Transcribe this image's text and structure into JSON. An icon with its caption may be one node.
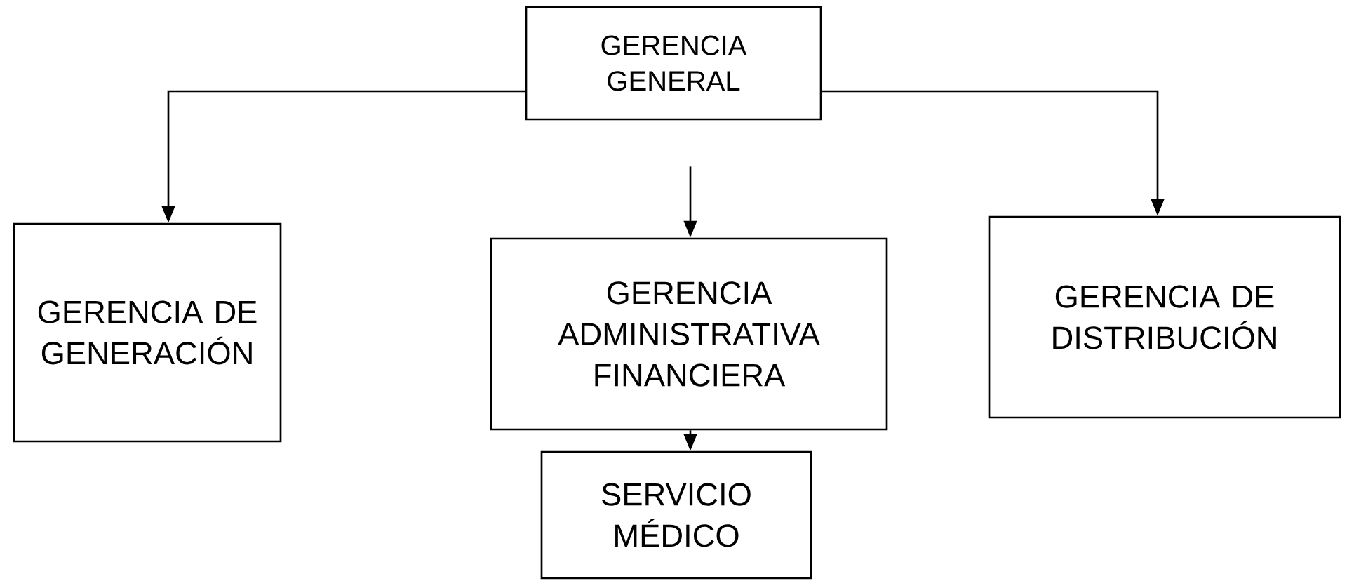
{
  "diagram": {
    "nodes": [
      {
        "text": [
          "GERENCIA GENERAL"
        ]
      },
      {
        "text": [
          "GERENCIA DE GENERACIÓN"
        ]
      },
      {
        "text": [
          "GERENCIA ADMINISTRATIVA FINANCIERA"
        ]
      },
      {
        "text": [
          "GERENCIA DE DISTRIBUCIÓN"
        ]
      },
      {
        "text": [
          "SERVICIO MÉDICO"
        ]
      }
    ],
    "edges": [
      {
        "from": 0,
        "to": 1,
        "arrow": "to"
      },
      {
        "from": 0,
        "to": 3,
        "arrow": "to"
      },
      {
        "from": 0,
        "to": 2,
        "arrow": "to"
      },
      {
        "from": 2,
        "to": 4,
        "arrow": "to"
      }
    ]
  }
}
